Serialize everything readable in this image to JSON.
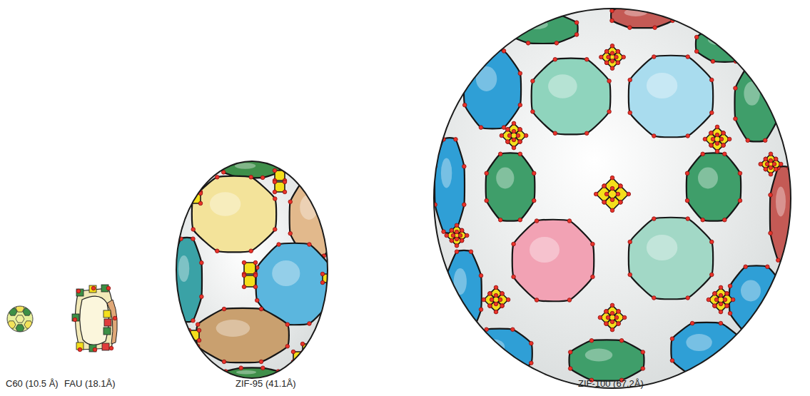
{
  "diagram": {
    "labels": [
      "C60 (10.5 Å)",
      "FAU (18.1Å)",
      "ZIF-95 (41.1Å)",
      "ZIF-100 (67.2Å)"
    ]
  }
}
